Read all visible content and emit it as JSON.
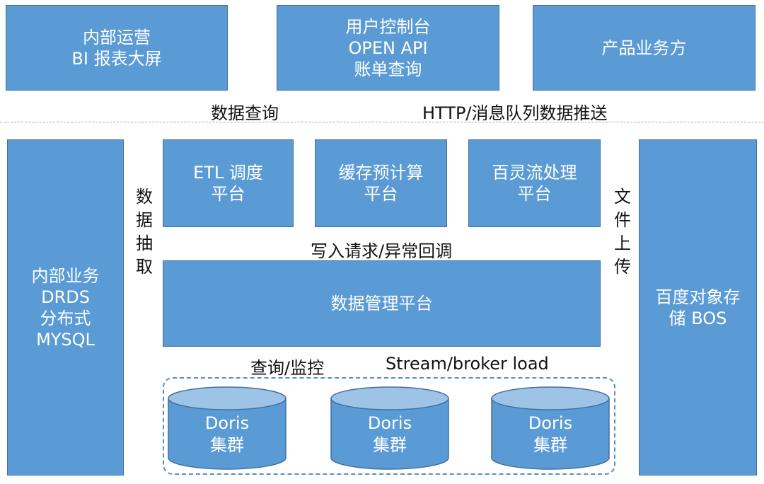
{
  "top": {
    "internal_ops": [
      "内部运营",
      "BI 报表大屏"
    ],
    "user_console": [
      "用户控制台",
      "OPEN API",
      "账单查询"
    ],
    "product_side": [
      "产品业务方"
    ]
  },
  "edge_labels": {
    "data_query": "数据查询",
    "http_push": "HTTP/消息队列数据推送",
    "data_extract": [
      "数",
      "据",
      "抽",
      "取"
    ],
    "file_upload": [
      "文",
      "件",
      "上",
      "传"
    ],
    "write_callback": "写入请求/异常回调",
    "query_monitor": "查询/监控",
    "stream_load": "Stream/broker load"
  },
  "left": {
    "internal_mysql": [
      "内部业务",
      "DRDS",
      "分布式",
      "MYSQL"
    ]
  },
  "right": {
    "bos": [
      "百度对象存",
      "储 BOS"
    ]
  },
  "platforms": [
    [
      "ETL 调度",
      "平台"
    ],
    [
      "缓存预计算",
      "平台"
    ],
    [
      "百灵流处理",
      "平台"
    ]
  ],
  "data_mgmt": "数据管理平台",
  "doris_clusters": [
    [
      "Doris",
      "集群"
    ],
    [
      "Doris",
      "集群"
    ],
    [
      "Doris",
      "集群"
    ]
  ],
  "colors": {
    "box_fill": "#5b9bd5",
    "box_border": "#41719c",
    "cylinder_top": "#9dc3e6",
    "dashed_border": "#5b8fc4"
  }
}
